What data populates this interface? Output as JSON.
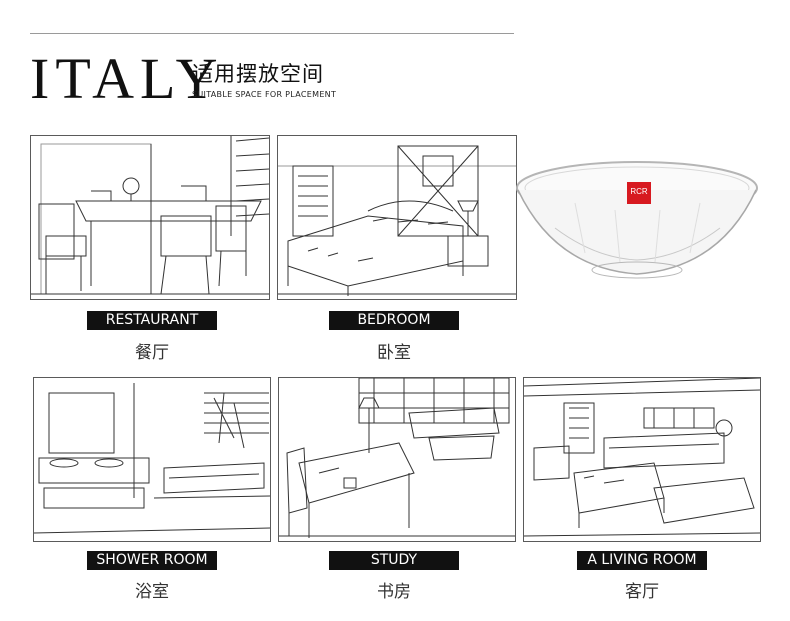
{
  "header": {
    "brand_word": "ITALY",
    "subtitle_cn": "适用摆放空间",
    "subtitle_en": "SUITABLE SPACE FOR PLACEMENT"
  },
  "product": {
    "logo_text": "RCR",
    "icon": "glass-bowl"
  },
  "rooms": [
    {
      "label_en": "RESTAURANT",
      "label_cn": "餐厅",
      "icon": "dining-room-sketch"
    },
    {
      "label_en": "BEDROOM",
      "label_cn": "卧室",
      "icon": "bedroom-sketch"
    },
    {
      "label_en": "SHOWER ROOM",
      "label_cn": "浴室",
      "icon": "bathroom-sketch"
    },
    {
      "label_en": "STUDY",
      "label_cn": "书房",
      "icon": "study-sketch"
    },
    {
      "label_en": "A LIVING ROOM",
      "label_cn": "客厅",
      "icon": "living-room-sketch"
    }
  ],
  "colors": {
    "label_bg": "#111111",
    "label_text": "#ffffff",
    "logo_red": "#d71920"
  }
}
